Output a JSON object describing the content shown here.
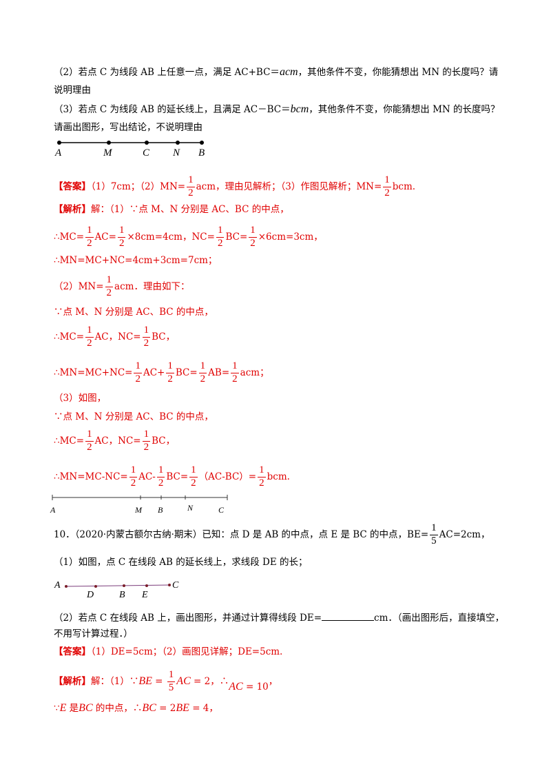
{
  "q9_2": {
    "line1_a": "（2）若点 C 为线段 AB 上任意一点，满足 AC+BC＝",
    "line1_m": "acm",
    "line1_b": "，其他条件不变，你能猜想出 MN 的长度吗？请",
    "line2": "说明理由"
  },
  "q9_3": {
    "line1_a": "（3）若点 C 为线段 AB 的延长线上，且满足 AC－BC＝",
    "line1_m": "bcm",
    "line1_b": "，其他条件不变，你能猜想出 MN 的长度吗？",
    "line2": "请画出图形，写出结论，不说明理由"
  },
  "fig1": {
    "labels": [
      "A",
      "M",
      "C",
      "N",
      "B"
    ]
  },
  "answer9": {
    "tag": "【答案】",
    "p1": "（1）7cm；（2）MN=",
    "p2": "acm，理由见解析；（3）作图见解析；MN=",
    "p3": "bcm."
  },
  "frac": {
    "num": "1",
    "den": "2"
  },
  "frac5": {
    "num": "1",
    "den": "5"
  },
  "sol9": {
    "tag": "【解析】",
    "l1": "解：（1）∵点 M、N 分别是 AC、BC 的中点，",
    "l2_a": "∴MC=",
    "l2_b": "AC=",
    "l2_c": "×8cm=4cm，NC=",
    "l2_d": "BC=",
    "l2_e": "×6cm=3cm，",
    "l3": "∴MN=MC+NC=4cm+3cm=7cm；",
    "l4_a": "（2）MN=",
    "l4_b": "acm．理由如下：",
    "l5": "∵点 M、N 分别是 AC、BC 的中点，",
    "l6_a": "∴MC=",
    "l6_b": "AC，NC=",
    "l6_c": "BC，",
    "l7_a": "∴MN=MC+NC=",
    "l7_b": "AC+",
    "l7_c": "BC=",
    "l7_d": "AB=",
    "l7_e": "acm；",
    "l8": "（3）如图，",
    "l9": "∵点 M、N 分别是 AC、BC 的中点，",
    "l10_a": "∴MC=",
    "l10_b": "AC，NC=",
    "l10_c": "BC，",
    "l11_a": "∴MN=MC-NC=",
    "l11_b": "AC-",
    "l11_c": "BC=",
    "l11_d": "（AC-BC）=",
    "l11_e": "bcm."
  },
  "fig2": {
    "labels": [
      "A",
      "M",
      "B",
      "N",
      "C"
    ]
  },
  "q10": {
    "l1_a": "10．（2020·内蒙古额尔古纳·期末）已知：点 D 是 AB 的中点，点 E 是 BC 的中点，BE=",
    "l1_b": "AC=2cm，",
    "l2": "（1）如图，点 C 在线段 AB 的延长线上，求线段 DE 的长；",
    "l3_a": "（2）若点 C 在线段 AB 上，画出图形，并通过计算得线段 DE=",
    "l3_b": "cm．（画出图形后，直接填空，",
    "l4": "不用写计算过程．）"
  },
  "fig3": {
    "labels": [
      "A",
      "D",
      "B",
      "E",
      "C"
    ]
  },
  "answer10": {
    "tag": "【答案】",
    "text": "（1）DE=5cm；（2）画图见详解；DE=5cm."
  },
  "sol10": {
    "tag": "【解析】",
    "l1_a": "解：（1）∵",
    "l1_m1": "BE",
    "l1_eq": " = ",
    "l1_m2": "AC",
    "l1_eq2": " = 2",
    "l1_b": "，∴",
    "l1_m3": "AC",
    "l1_eq3": " = 10",
    "l1_c": "，",
    "l2_a": "∵",
    "l2_m1": "E",
    "l2_b": " 是",
    "l2_m2": "BC",
    "l2_c": " 的中点，∴",
    "l2_m3": "BC",
    "l2_eq": " = 2",
    "l2_m4": "BE",
    "l2_eq2": " = 4",
    "l2_d": "，"
  }
}
